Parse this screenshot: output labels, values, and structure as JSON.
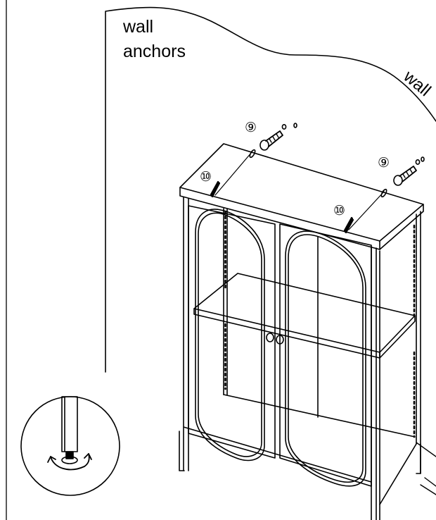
{
  "title": {
    "line1": "wall",
    "line2": "anchors"
  },
  "wall_label": "wall",
  "parts": {
    "anchor": "⑨",
    "screw": "⑩"
  },
  "colors": {
    "ink": "#000000",
    "paper": "#ffffff"
  },
  "icons": [
    "rotate-arrows-icon",
    "leveling-foot-icon"
  ]
}
